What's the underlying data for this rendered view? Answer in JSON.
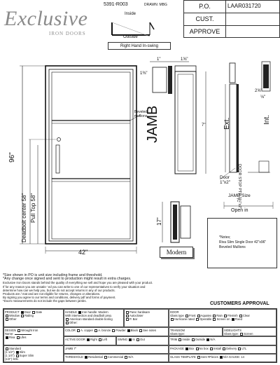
{
  "logo": {
    "title": "Exclusive",
    "subtitle": "IRON DOORS"
  },
  "header": {
    "order_no": "5391-R003",
    "drawn": "DRAWN: MBG",
    "po_label": "P.O.",
    "po_value": "LAAR031720",
    "cust_label": "CUST.",
    "cust_value": "",
    "approve_label": "APPROVE",
    "approve_value": ""
  },
  "swing": {
    "inside": "Inside",
    "outside": "Outside",
    "type": "Right Hand In-swing"
  },
  "elevation": {
    "width": "42\"",
    "height": "96\"",
    "deadbolt": "Deadbolt center  58\"",
    "pull_top": "Pull Top  58\"",
    "mullions": "Beveled\nmullions"
  },
  "jamb": {
    "label": "JAMB",
    "dim_a": "1\"",
    "dim_b": "1⅝\"",
    "dim_c": "1⅜\"",
    "dim_d": "7\"",
    "dim_e": "2⅝\"",
    "dim_f": "⅛\"",
    "ext": "Ext.",
    "int": "Int.",
    "door_stop": "DOOR STOP PTR 1¼\"x2\"",
    "door_size": "Door\n1\"x2\"",
    "jamb_size": "JAMB Size",
    "jamb_w": "7\"",
    "open_in": "Open in"
  },
  "handle": {
    "height": "17\"",
    "style": "Modern"
  },
  "notes_box": "*Notes;\nRiva Slim Single Door 42\"x96\"\nBeveled Mullions",
  "notes": [
    "*Size shown in PO is unit size including frame and threshold.",
    "*Any change once signed and sent to production might result in extra charges.",
    "Exclusive Iron Doors stands behind the quality of everything we sell and hope you are pleased with your product.",
    "If for any reason you are unsatis-' ed you can write to one of our representatives to verify your situation and",
    "determine how can we help you, but we do not accept returns in any of our products.",
    "Products are / mat and are not eligible for returns, changes or alterations.",
    "By signing you agree to our terms and conditions, delivery pdf and forms of payment.",
    "*Doors measurements do not include the gaps between jambs."
  ],
  "form": {
    "title": "CUSTOMERS APPROVAL",
    "product": "PRODUCT",
    "door": "Door",
    "gate": "Gate",
    "window": "Window",
    "railing": "Railing",
    "other": "Other",
    "handle": "HANDLE",
    "handle_val": "Iron handle:  Modern",
    "handle_2": "With intersection and deadbolt prep.",
    "handle_3": "American standard double boring",
    "handle_4": "Other:",
    "panic": "Panic hardware",
    "autocloser": "Autocloser",
    "pbar": "P. Bar",
    "design": "DESIGN",
    "wrought": "Wrought Iron",
    "name": "Name:",
    "riva": "Riva",
    "lifes": "Lifes",
    "standard": "Standard\n(1 1/2\")",
    "slim": "Slim\n(1 1/4\")",
    "super_slim": "Super Slim\n(1/2\") SOL",
    "color": "COLOR",
    "copper": "A. copper",
    "bronze": "A. bronze",
    "powder": "Powder",
    "black": "Black",
    "see_notes": "See notes",
    "active_door": "ACTIVE DOOR",
    "right": "Right",
    "left": "Left",
    "swing": "SWING",
    "in": "In",
    "out": "Out",
    "jamb": "JAMB",
    "jamb_val": "7\"",
    "threshold": "THRESHOLD",
    "residential": "Residential",
    "commercial": "Commercial",
    "na": "N/A",
    "door_glass": "DOOR",
    "glass_type": "Glass type",
    "frost": "Frost",
    "aquatex": "Aquatex",
    "rain": "Rain",
    "flemish": "Flemish",
    "clear": "Clear",
    "hurricane": "Hurricane rated",
    "operable": "Operable",
    "screen": "Screen on",
    "fixed": "Fixed",
    "transom": "TRANSOM",
    "transom_glass": "Glass type:",
    "sidelights": "SIDELIGHTS",
    "side_glass": "Glass type:",
    "screen_lbl": "Screen",
    "trim": "TRIM",
    "inside": "Inside",
    "outside": "Outside",
    "trim_na": "N/A",
    "package": "PACKAGE",
    "box": "Box",
    "no_box": "No box",
    "install": "Install",
    "delivery": "Delivery",
    "ltl": "LTL",
    "glass_temp": "GLASS TEMPLATE",
    "sent": "Sent #Pieces",
    "gt_na": "N/A",
    "gauge": "GAUGE: 14"
  }
}
